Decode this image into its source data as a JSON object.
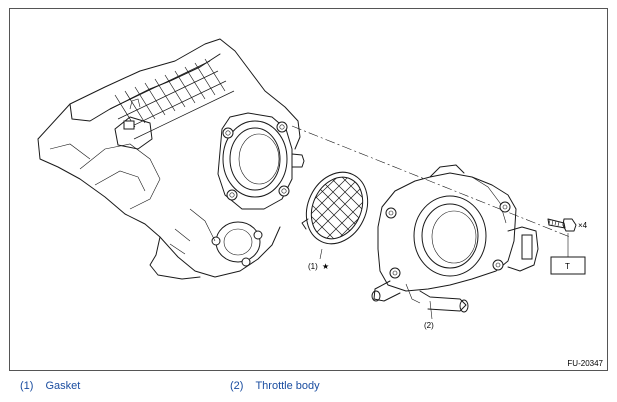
{
  "figure": {
    "figure_id": "FU-20347",
    "callouts": {
      "gasket": "(1)",
      "throttle_body": "(2)",
      "replace_mark": "★",
      "bolt_qty": "×4",
      "torque_ref": "T"
    }
  },
  "legend": [
    {
      "num": "(1)",
      "label": "Gasket"
    },
    {
      "num": "(2)",
      "label": "Throttle body"
    }
  ],
  "colors": {
    "legend_text": "#1a4da0",
    "line": "#1a1a1a"
  }
}
